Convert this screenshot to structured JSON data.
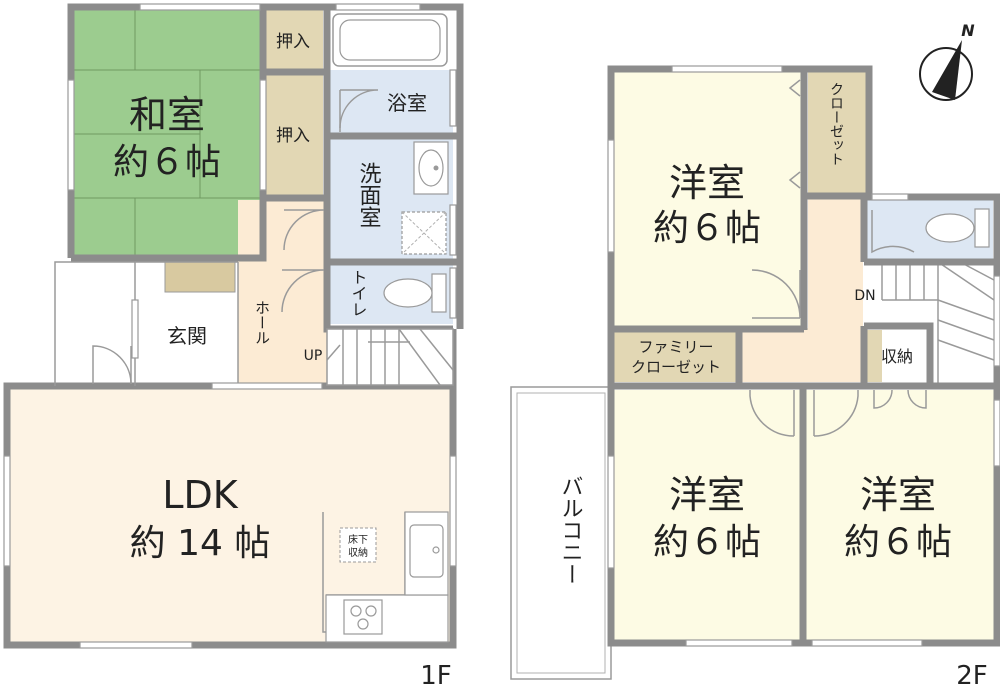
{
  "floor_1": {
    "label": "1F",
    "washitsu": {
      "line1": "和室",
      "line2": "約６帖"
    },
    "oshiire_top": "押入",
    "oshiire_mid": "押入",
    "bath": "浴室",
    "washroom": "洗面室",
    "toilet": "トイレ",
    "hall": "ホール",
    "stairs_up": "UP",
    "entrance": "玄関",
    "ldk": {
      "line1": "LDK",
      "line2": "約 14 帖"
    },
    "underfloor": {
      "line1": "床下",
      "line2": "収納"
    }
  },
  "floor_2": {
    "label": "2F",
    "room_top": {
      "line1": "洋室",
      "line2": "約６帖"
    },
    "closet": "クローゼット",
    "stairs_down": "DN",
    "family_closet": {
      "line1": "ファミリー",
      "line2": "クローゼット"
    },
    "storage": "収納",
    "balcony": "バルコニー",
    "room_bottom_left": {
      "line1": "洋室",
      "line2": "約６帖"
    },
    "room_bottom_right": {
      "line1": "洋室",
      "line2": "約６帖"
    }
  },
  "compass": {
    "label": "N",
    "icon": "north-arrow-icon"
  },
  "colors": {
    "wall": "#8c8c8c",
    "washitsu": "#9ccc8f",
    "oshiire": "#e2d7b4",
    "wet_area": "#dde7f3",
    "hall": "#fcebd4",
    "ldk": "#fdf3e4",
    "western_room": "#fdfbe4",
    "closet": "#e2d7b4"
  }
}
